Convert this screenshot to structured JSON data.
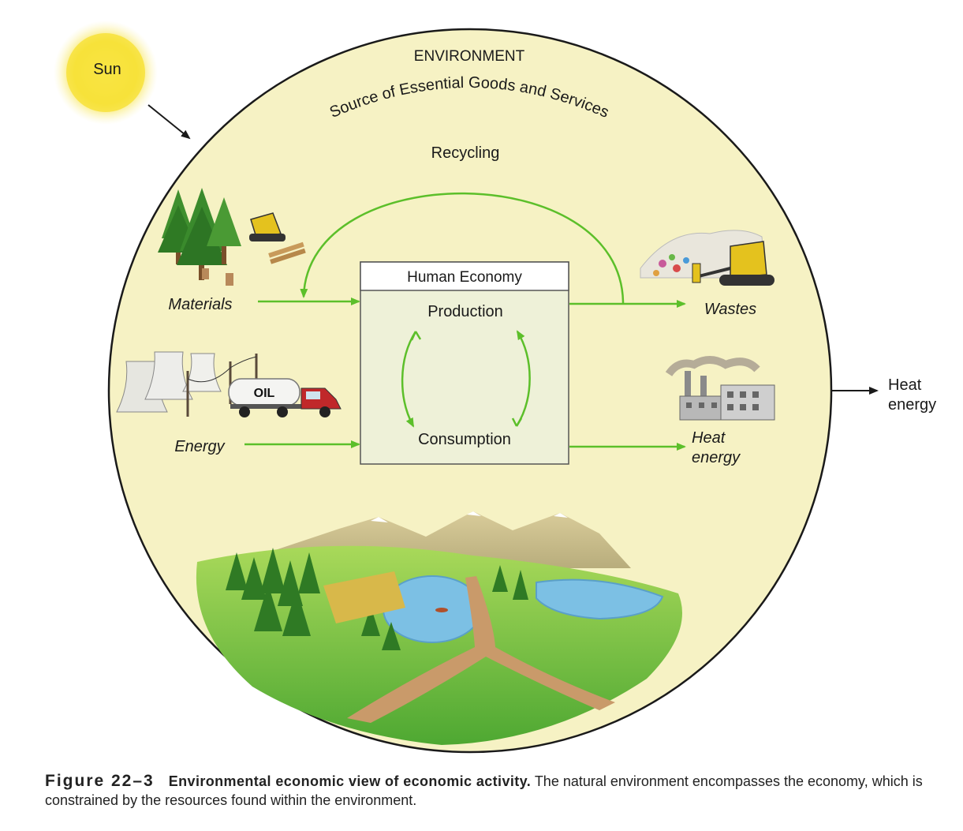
{
  "diagram": {
    "sun": "Sun",
    "environment_title": "ENVIRONMENT",
    "environment_subtitle": "Source of Essential Goods and Services",
    "recycling": "Recycling",
    "economy_title": "Human Economy",
    "production": "Production",
    "consumption": "Consumption",
    "materials": "Materials",
    "energy": "Energy",
    "wastes": "Wastes",
    "heat_energy_inner": [
      "Heat",
      "energy"
    ],
    "heat_energy_outer": [
      "Heat",
      "energy"
    ],
    "oil_label": "OIL"
  },
  "caption": {
    "figure_label": "Figure 22–3",
    "title": "Environmental economic view of economic activity.",
    "text": "The natural environment encompasses the economy, which is constrained by the resources found within the environment."
  },
  "colors": {
    "environment_fill": "#f6f2c4",
    "arrow_green": "#5cbf2a",
    "sun": "#f7e23a",
    "economy_box": "#eef1d8"
  }
}
